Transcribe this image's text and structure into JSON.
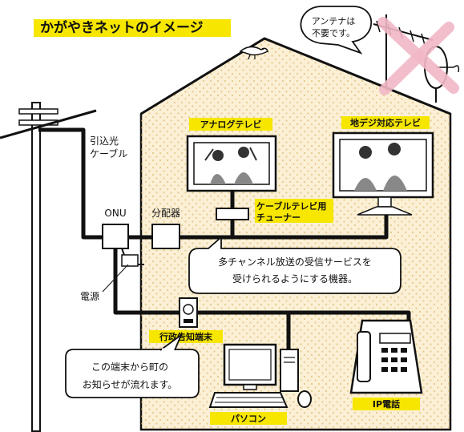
{
  "title": "かがやきネットのイメージ",
  "colors": {
    "house_fill": "#fbf0d6",
    "dots": "#e6c98a",
    "highlight": "#f6e600",
    "cross": "#f2b8c6",
    "line": "#111111"
  },
  "bubbles": {
    "antenna": [
      "アンテナは",
      "不要です。"
    ],
    "service": [
      "多チャンネル放送の受信サービスを",
      "受けられるようにする機器。"
    ],
    "terminal": [
      "この端末から町の",
      "お知らせが流れます。"
    ]
  },
  "labels": {
    "fiber": [
      "引込光",
      "ケーブル"
    ],
    "onu": "ONU",
    "splitter": "分配器",
    "power": "電源",
    "analog_tv": "アナログテレビ",
    "digital_tv": "地デジ対応テレビ",
    "cable_tuner": [
      "ケーブルテレビ用",
      "チューナー"
    ],
    "admin_terminal": "行政告知端末",
    "pc": "パソコン",
    "ip_phone": "IP電話"
  },
  "icons": [
    "bird-icon",
    "antenna-icon",
    "utility-pole-icon",
    "tv-icon",
    "computer-icon",
    "phone-icon"
  ]
}
